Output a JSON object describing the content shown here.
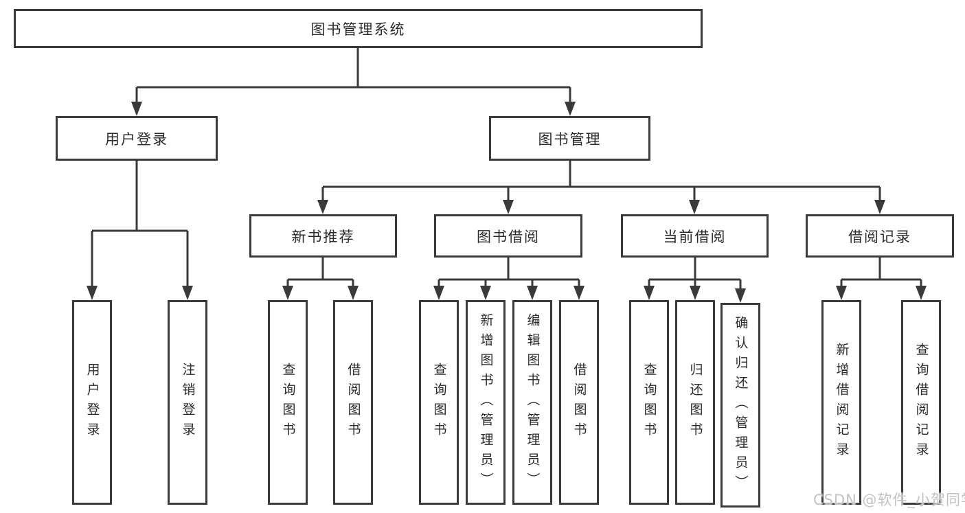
{
  "diagram": {
    "title": "图书管理系统",
    "nodes": {
      "root": {
        "label": "图书管理系统"
      },
      "user_login": {
        "label": "用户登录"
      },
      "book_mgmt": {
        "label": "图书管理"
      },
      "new_book_rec": {
        "label": "新书推荐"
      },
      "book_borrow": {
        "label": "图书借阅"
      },
      "current_borrow": {
        "label": "当前借阅"
      },
      "borrow_records": {
        "label": "借阅记录"
      },
      "leaves": [
        "用户登录",
        "注销登录",
        "查询图书",
        "借阅图书",
        "查询图书",
        "新增图书（管理员）",
        "编辑图书（管理员）",
        "借阅图书",
        "查询图书",
        "归还图书",
        "确认归还（管理员）",
        "新增借阅记录",
        "查询借阅记录"
      ]
    }
  },
  "watermark": {
    "text": "CSDN @软件_小贺同学"
  },
  "colors": {
    "line": "#3a3a3a",
    "text": "#2b2b2b",
    "watermark": "#c2c2c2",
    "background": "#ffffff"
  }
}
